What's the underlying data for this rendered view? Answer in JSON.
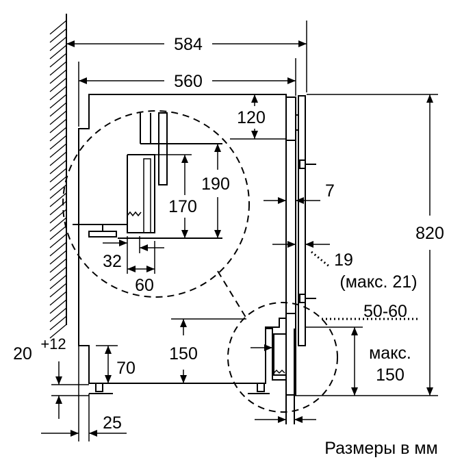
{
  "dimensions": {
    "width_584": "584",
    "width_560": "560",
    "height_820": "820",
    "dim_120": "120",
    "dim_190": "190",
    "dim_170": "170",
    "dim_7": "7",
    "dim_19": "19",
    "dim_max21": "(макс. 21)",
    "dim_50_60": "50-60",
    "dim_max_label": "макс.",
    "dim_max_value": "150",
    "dim_32": "32",
    "dim_60": "60",
    "dim_150": "150",
    "dim_70": "70",
    "dim_20": "20",
    "dim_plus12": "+12",
    "dim_25": "25"
  },
  "caption": "Размеры в мм"
}
